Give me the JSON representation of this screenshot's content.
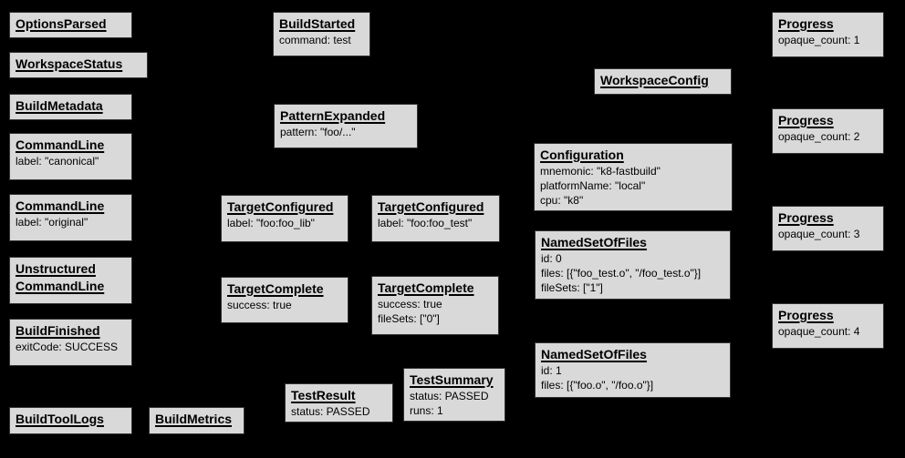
{
  "colors": {
    "background": "#000000",
    "node_fill": "#d9d9d9",
    "node_border": "#333333",
    "text": "#000000"
  },
  "nodes": {
    "options_parsed": {
      "title": "OptionsParsed",
      "lines": []
    },
    "workspace_status": {
      "title": "WorkspaceStatus",
      "lines": []
    },
    "build_metadata": {
      "title": "BuildMetadata",
      "lines": []
    },
    "command_line_canonical": {
      "title": "CommandLine",
      "lines": [
        "label: \"canonical\""
      ]
    },
    "command_line_original": {
      "title": "CommandLine",
      "lines": [
        "label: \"original\""
      ]
    },
    "unstructured_command_line": {
      "title": "Unstructured\nCommandLine",
      "lines": []
    },
    "build_finished": {
      "title": "BuildFinished",
      "lines": [
        "exitCode: SUCCESS"
      ]
    },
    "build_tool_logs": {
      "title": "BuildToolLogs",
      "lines": []
    },
    "build_metrics": {
      "title": "BuildMetrics",
      "lines": []
    },
    "build_started": {
      "title": "BuildStarted",
      "lines": [
        "command: test"
      ]
    },
    "pattern_expanded": {
      "title": "PatternExpanded",
      "lines": [
        "pattern: \"foo/...\""
      ]
    },
    "target_configured_foo_lib": {
      "title": "TargetConfigured",
      "lines": [
        "label: \"foo:foo_lib\""
      ]
    },
    "target_configured_foo_test": {
      "title": "TargetConfigured",
      "lines": [
        "label: \"foo:foo_test\""
      ]
    },
    "target_complete_foo_lib": {
      "title": "TargetComplete",
      "lines": [
        "success: true"
      ]
    },
    "target_complete_foo_test": {
      "title": "TargetComplete",
      "lines": [
        "success: true",
        "fileSets: [\"0\"]"
      ]
    },
    "test_result": {
      "title": "TestResult",
      "lines": [
        "status: PASSED"
      ]
    },
    "test_summary": {
      "title": "TestSummary",
      "lines": [
        "status: PASSED",
        "runs: 1"
      ]
    },
    "workspace_config": {
      "title": "WorkspaceConfig",
      "lines": []
    },
    "configuration": {
      "title": "Configuration",
      "lines": [
        "mnemonic: \"k8-fastbuild\"",
        "platformName: \"local\"",
        "cpu: \"k8\""
      ]
    },
    "named_set_of_files_0": {
      "title": "NamedSetOfFiles",
      "lines": [
        "id: 0",
        "files: [{\"foo_test.o\", \"/foo_test.o\"}]",
        "fileSets: [\"1\"]"
      ]
    },
    "named_set_of_files_1": {
      "title": "NamedSetOfFiles",
      "lines": [
        "id: 1",
        "files: [{\"foo.o\", \"/foo.o\"}]"
      ]
    },
    "progress_1": {
      "title": "Progress",
      "lines": [
        "opaque_count: 1"
      ]
    },
    "progress_2": {
      "title": "Progress",
      "lines": [
        "opaque_count: 2"
      ]
    },
    "progress_3": {
      "title": "Progress",
      "lines": [
        "opaque_count: 3"
      ]
    },
    "progress_4": {
      "title": "Progress",
      "lines": [
        "opaque_count: 4"
      ]
    }
  }
}
